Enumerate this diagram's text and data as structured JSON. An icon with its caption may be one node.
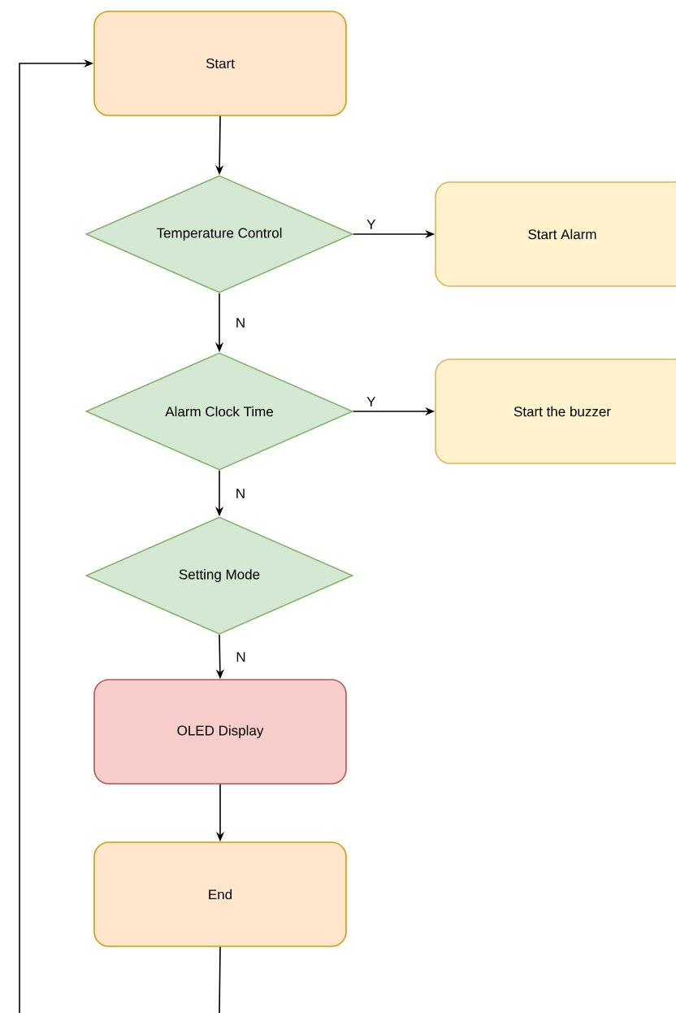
{
  "diagram": {
    "nodes": [
      {
        "text": [
          "Start"
        ]
      },
      {
        "text": [
          "Temperature Control"
        ]
      },
      {
        "text": [
          "Start Alarm"
        ]
      },
      {
        "text": [
          "Alarm Clock Time"
        ]
      },
      {
        "text": [
          "Start the buzzer"
        ]
      },
      {
        "text": [
          "Setting Mode"
        ]
      },
      {
        "text": [
          "OLED Display"
        ]
      },
      {
        "text": [
          "End"
        ]
      }
    ],
    "edges": [
      {
        "from": 0,
        "to": 1,
        "arrow": "to"
      },
      {
        "from": 1,
        "to": 2,
        "arrow": "to",
        "label": "Y"
      },
      {
        "from": 1,
        "to": 3,
        "arrow": "to",
        "label": "N"
      },
      {
        "from": 3,
        "to": 4,
        "arrow": "to",
        "label": "Y"
      },
      {
        "from": 3,
        "to": 5,
        "arrow": "to",
        "label": "N"
      },
      {
        "from": 5,
        "to": 6,
        "arrow": "to",
        "label": "N"
      },
      {
        "from": 6,
        "to": 7,
        "arrow": "to"
      },
      {
        "from": 7,
        "to": null,
        "arrow": "none"
      },
      {
        "from": null,
        "to": 0,
        "arrow": "to"
      }
    ]
  }
}
